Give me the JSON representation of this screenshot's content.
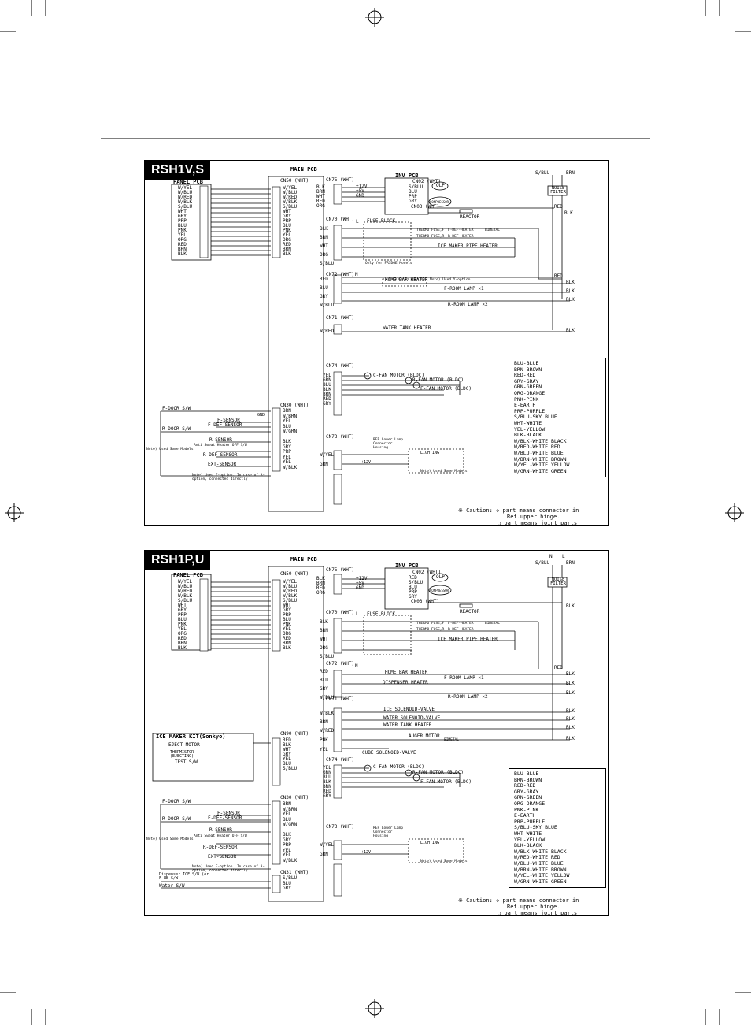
{
  "diagram1": {
    "model": "RSH1V,S",
    "main_pcb": "MAIN PCB",
    "panel_pcb": "PANEL PCB",
    "panel_wires": [
      "W/YEL",
      "W/BLU",
      "W/RED",
      "W/BLK",
      "S/BLU",
      "WHT",
      "GRY",
      "PRP",
      "BLU",
      "PNK",
      "YEL",
      "ORG",
      "RED",
      "BRN",
      "BLK"
    ],
    "cn50": "CN50 (WHT)",
    "cn50_wires": [
      "W/YEL",
      "W/BLU",
      "W/RED",
      "W/BLK",
      "S/BLU",
      "WHT",
      "GRY",
      "PRP",
      "BLU",
      "PNK",
      "YEL",
      "ORG",
      "RED",
      "BRN",
      "BLK"
    ],
    "cn75": "CN75 (WHT)",
    "cn75_wires": [
      "BLK",
      "BRN",
      "WHT",
      "RED",
      "ORG"
    ],
    "cn75_volts": [
      "+12V",
      "+5V",
      "GND"
    ],
    "inv_pcb": "INV PCB",
    "cn2": "CN02 (WHT)",
    "cn2_wires": [
      "S/BLU",
      "BLU",
      "PRP",
      "GRY"
    ],
    "cn3": "CN03 (WHT)",
    "cn3_wires": [
      "RED",
      "BLK"
    ],
    "olp": "OLP",
    "compressor": "COMPRESSOR",
    "reactor": "REACTOR",
    "noise_filter": "NOISE FILTER",
    "sblu": "S/BLU",
    "brn": "BRN",
    "cn70": "CN70 (WHT)",
    "cn70_wires": [
      "BLK",
      "BRN",
      "WHT",
      "ORG",
      "S/BLU"
    ],
    "fuse_block": "FUSE BLOCK",
    "fuse_note": "Only for FRIDGE Models",
    "thermo_f": "THERMO FUSE,F",
    "thermo_r": "THERMO FUSE,R",
    "f_def": "F-DEF-HEATER",
    "r_def": "R-DEF-HEATER",
    "bimetal": "BIMETAL",
    "ice_pipe": "ICE MAKER PIPE HEATER",
    "cn72": "CN72 (WHT)",
    "cn72_wires": [
      "RED",
      "BLU",
      "GRY",
      "W/BLU"
    ],
    "home_bar": "HOME BAR HEATER",
    "home_bar_note": "Note) Used Y-option.",
    "f_lamp": "F-ROOM LAMP ×1",
    "r_lamp": "R-ROOM LAMP ×2",
    "cn71": "CN71 (WHT)",
    "cn71_wire": "W/RED",
    "water_tank": "WATER TANK HEATER",
    "cn74": "CN74 (WHT)",
    "cn74_wires": [
      "YEL",
      "GRN",
      "BLU",
      "BLK",
      "BRN",
      "RED",
      "GRY"
    ],
    "c_fan": "C-FAN MOTOR (BLDC)",
    "r_fan": "R-FAN MOTOR (BLDC)",
    "f_fan": "F-FAN MOTOR (BLDC)",
    "cn30": "CN30 (WHT)",
    "cn30_wires": [
      "BRN",
      "W/BRN",
      "YEL",
      "BLU",
      "W/GRN",
      "",
      "BLK",
      "GRY",
      "PRP",
      "YEL",
      "YEL",
      "W/BLK"
    ],
    "f_door": "F-DOOR S/W",
    "r_door": "R-DOOR S/W",
    "f_sensor": "F-SENSOR",
    "f_def_sensor": "F-DEF-SENSOR",
    "r_sensor": "R-SENSOR",
    "r_def_sensor": "R-DEF-SENSOR",
    "ext_sensor": "EXT-SENSOR",
    "anti_sweat": "Anti Sweat Heater OFF S/W",
    "used_some": "Note) Used Some Models",
    "used_e": "Note) Used E-option. In case of A-option, connected directly",
    "cn73": "CN73 (WHT)",
    "cn73_wires": [
      "W/YEL",
      "GRN"
    ],
    "ref_lamp": "REF Lower Lamp Connector Housing",
    "lamp_label": "LIGHTING",
    "plus12": "+12V",
    "gnd": "GND",
    "N": "N",
    "L": "L",
    "blk": "BLK",
    "red": "RED"
  },
  "diagram2": {
    "model": "RSH1P,U",
    "main_pcb": "MAIN PCB",
    "panel_pcb": "PANEL PCB",
    "panel_wires": [
      "W/YEL",
      "W/BLU",
      "W/RED",
      "W/BLK",
      "S/BLU",
      "WHT",
      "GRY",
      "PRP",
      "BLU",
      "PNK",
      "YEL",
      "ORG",
      "RED",
      "BRN",
      "BLK"
    ],
    "cn50": "CN50 (WHT)",
    "cn50_wires": [
      "W/YEL",
      "W/BLU",
      "W/RED",
      "W/BLK",
      "S/BLU",
      "WHT",
      "GRY",
      "PRP",
      "BLU",
      "PNK",
      "YEL",
      "ORG",
      "RED",
      "BRN",
      "BLK"
    ],
    "cn75": "CN75 (WHT)",
    "cn75_wires": [
      "BLK",
      "BRN",
      "RED",
      "ORG"
    ],
    "inv_pcb": "INV PCB",
    "cn2": "CN02 (WHT)",
    "cn2_wires": [
      "RED",
      "S/BLU",
      "BLU",
      "PRP",
      "GRY"
    ],
    "cn3": "CN03 (WHT)",
    "cn3_wires": [
      "RED",
      "BLK"
    ],
    "olp": "OLP",
    "compressor": "COMPRESSOR",
    "reactor": "REACTOR",
    "noise_filter": "NOISE FILTER",
    "cn70": "CN70 (WHT)",
    "cn70_wires": [
      "BLK",
      "BRN",
      "WHT",
      "ORG",
      "S/BLU"
    ],
    "fuse_block": "FUSE BLOCK",
    "ice_pipe": "ICE MAKER PIPE HEATER",
    "cn72": "CN72 (WHT)",
    "cn72_wires": [
      "RED",
      "BLU",
      "GRY",
      "W/BLU"
    ],
    "home_bar": "HOME BAR HEATER",
    "dispenser": "DISPENSER HEATER",
    "f_lamp": "F-ROOM LAMP ×1",
    "r_lamp": "R-ROOM LAMP ×2",
    "cn71": "CN71 (WHT)",
    "cn71_wires": [
      "W/BLK",
      "BRN",
      "W/RED",
      "PNK",
      "YEL"
    ],
    "ice_valve": "ICE SOLENOID-VALVE",
    "water_valve": "WATER SOLENOID-VALVE",
    "water_tank": "WATER TANK HEATER",
    "auger": "AUGER MOTOR",
    "cube_valve": "CUBE SOLENOID-VALVE",
    "ice_kit": "ICE MAKER KIT(Sonkyo)",
    "eject": "EJECT MOTOR",
    "thermistor": "THERMISTOR (EJECTING)",
    "test_sw": "TEST S/W",
    "cn90": "CN90 (WHT)",
    "cn90_wires": [
      "RED",
      "BLK",
      "WHT",
      "GRY",
      "YEL",
      "BLU",
      "S/BLU"
    ],
    "cn74": "CN74 (WHT)",
    "cn74_wires": [
      "YEL",
      "GRN",
      "BLU",
      "BLK",
      "BRN",
      "RED",
      "GRY"
    ],
    "c_fan": "C-FAN MOTOR (BLDC)",
    "r_fan": "R-FAN MOTOR (BLDC)",
    "f_fan": "F-FAN MOTOR (BLDC)",
    "cn30": "CN30 (WHT)",
    "cn30_wires": [
      "BRN",
      "W/BRN",
      "YEL",
      "BLU",
      "W/GRN",
      "",
      "BLK",
      "GRY",
      "PRP",
      "YEL",
      "YEL",
      "W/BLK"
    ],
    "cn31": "CN31 (WHT)",
    "cn31_wires": [
      "S/BLU",
      "BLU",
      "GRY"
    ],
    "dispenser_sw": "Dispenser ICE S/W (or F-WB S/W)",
    "water_sw": "Water S/W",
    "cn73": "CN73 (WHT)",
    "cn73_wires": [
      "W/YEL",
      "GRN"
    ]
  },
  "legend": [
    "BLU-BLUE",
    "BRN-BROWN",
    "RED-RED",
    "GRY-GRAY",
    "GRN-GREEN",
    "ORG-ORANGE",
    "PNK-PINK",
    "E-EARTH",
    "PRP-PURPLE",
    "S/BLU-SKY BLUE",
    "WHT-WHITE",
    "YEL-YELLOW",
    "BLK-BLACK",
    "W/BLK-WHITE BLACK",
    "W/RED-WHITE RED",
    "W/BLU-WHITE BLUE",
    "W/BRN-WHITE BROWN",
    "W/YEL-WHITE YELLOW",
    "W/GRN-WHITE GREEN"
  ],
  "caution": {
    "line1": "※ Caution: ◇ part means connector in",
    "line2": "Ref.upper hinge.",
    "line3": "○ part means joint parts"
  }
}
